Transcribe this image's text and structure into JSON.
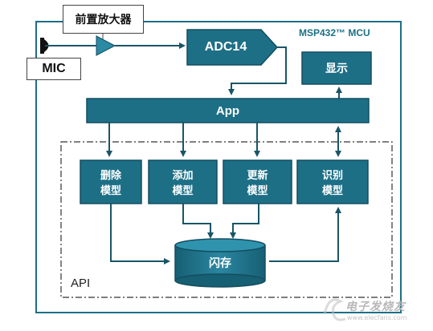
{
  "diagram": {
    "preamp_label": "前置放大器",
    "mic_label": "MIC",
    "mcu_label": "MSP432™ MCU",
    "adc_label": "ADC14",
    "display_label": "显示",
    "app_label": "App",
    "api_label": "API",
    "delete_model_label": "删除\n模型",
    "add_model_label": "添加\n模型",
    "update_model_label": "更新\n模型",
    "recognize_model_label": "识别\n模型",
    "flash_label": "闪存"
  },
  "watermark": {
    "text": "电子发烧友",
    "url": "www.elecfans.com"
  },
  "colors": {
    "block_fill": "#1d6f86",
    "block_edge": "#134e60",
    "arrow": "#1a5566"
  }
}
